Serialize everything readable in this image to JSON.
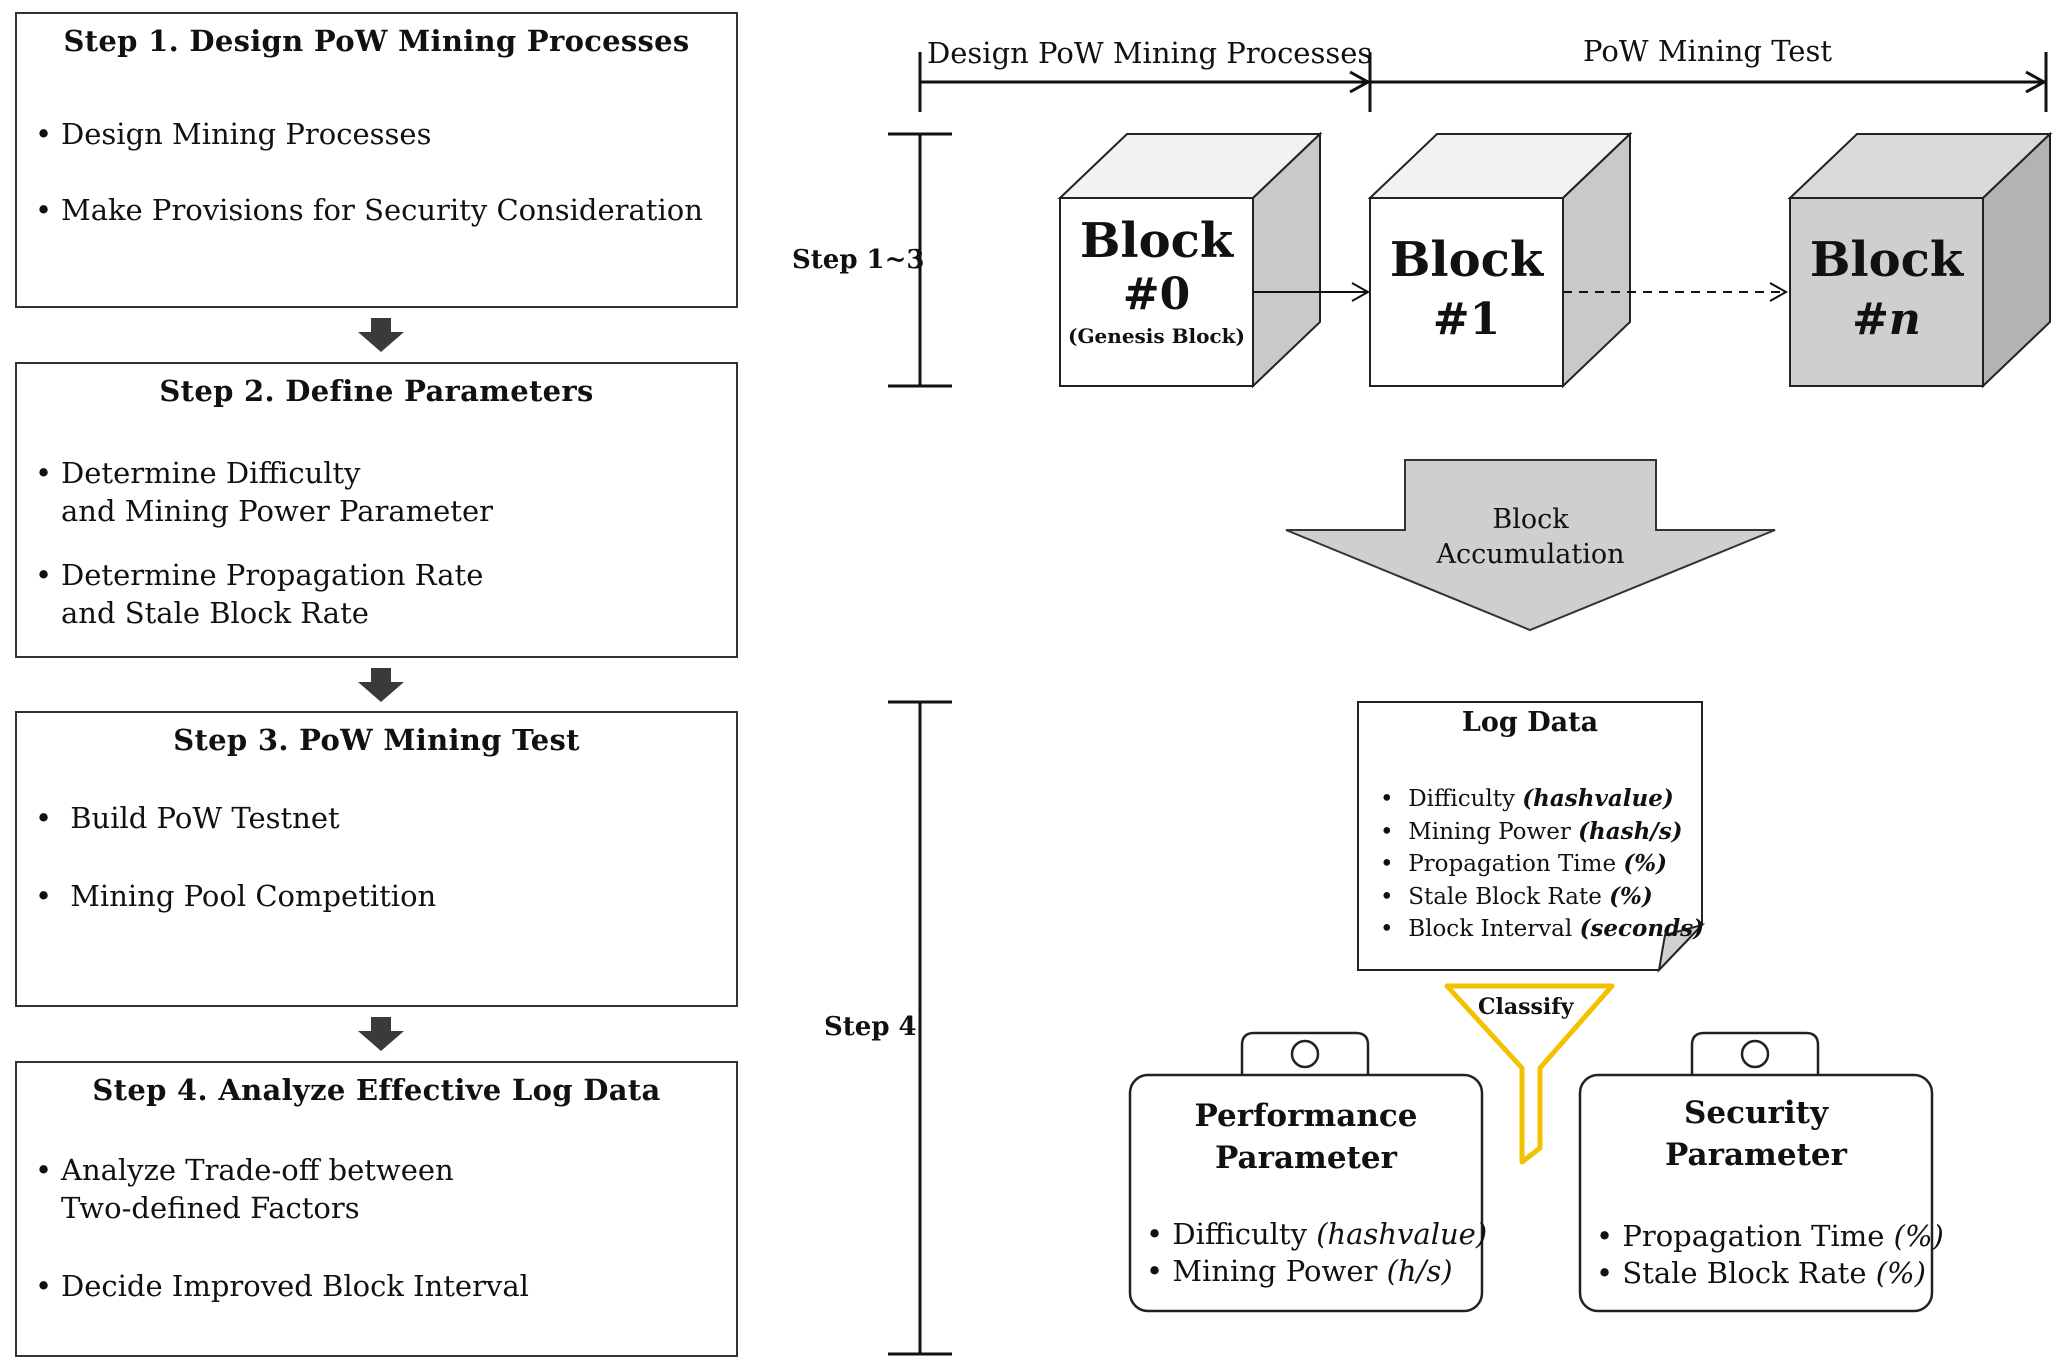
{
  "steps": [
    {
      "title": "Step 1. Design PoW Mining Processes",
      "items": [
        "Design Mining Processes",
        "Make Provisions for Security Consideration"
      ]
    },
    {
      "title": "Step 2. Define Parameters",
      "items": [
        [
          "Determine Difficulty",
          "and Mining Power Parameter"
        ],
        [
          "Determine Propagation Rate",
          "and Stale Block Rate"
        ]
      ]
    },
    {
      "title": "Step 3. PoW Mining Test",
      "items": [
        "Build PoW Testnet",
        "Mining Pool Competition"
      ]
    },
    {
      "title": "Step 4. Analyze Effective Log Data",
      "items": [
        [
          "Analyze Trade-off between",
          "Two-defined Factors"
        ],
        "Decide Improved Block Interval"
      ]
    }
  ],
  "timeline": {
    "left_label": "Design PoW Mining Processes",
    "right_label": "PoW Mining Test"
  },
  "side_labels": {
    "upper": "Step 1~3",
    "lower": "Step 4"
  },
  "blocks": [
    {
      "word": "Block",
      "num": "#0",
      "sub": "(Genesis Block)"
    },
    {
      "word": "Block",
      "num": "#1"
    },
    {
      "word": "Block",
      "num": "#n"
    }
  ],
  "accumulation": {
    "line1": "Block",
    "line2": "Accumulation"
  },
  "log_data": {
    "title": "Log Data",
    "items": [
      {
        "text": "Difficulty",
        "unit": "(hashvalue)"
      },
      {
        "text": "Mining Power",
        "unit": "(hash/s)"
      },
      {
        "text": "Propagation Time",
        "unit": "(%)"
      },
      {
        "text": "Stale Block Rate",
        "unit": "(%)"
      },
      {
        "text": "Block Interval",
        "unit": "(seconds)"
      }
    ]
  },
  "classify_label": "Classify",
  "performance": {
    "title1": "Performance",
    "title2": "Parameter",
    "items": [
      {
        "text": "Difficulty",
        "unit": "(hashvalue)"
      },
      {
        "text": "Mining Power",
        "unit": "(h/s)"
      }
    ]
  },
  "security": {
    "title1": "Security",
    "title2": "Parameter",
    "items": [
      {
        "text": "Propagation Time",
        "unit": "(%)"
      },
      {
        "text": "Stale Block Rate",
        "unit": "(%)"
      }
    ]
  },
  "colors": {
    "line": "#111111",
    "block_gray": "#c9c9c9",
    "block_white": "#ffffff",
    "funnel": "#f2c200",
    "box_border": "#333333"
  }
}
